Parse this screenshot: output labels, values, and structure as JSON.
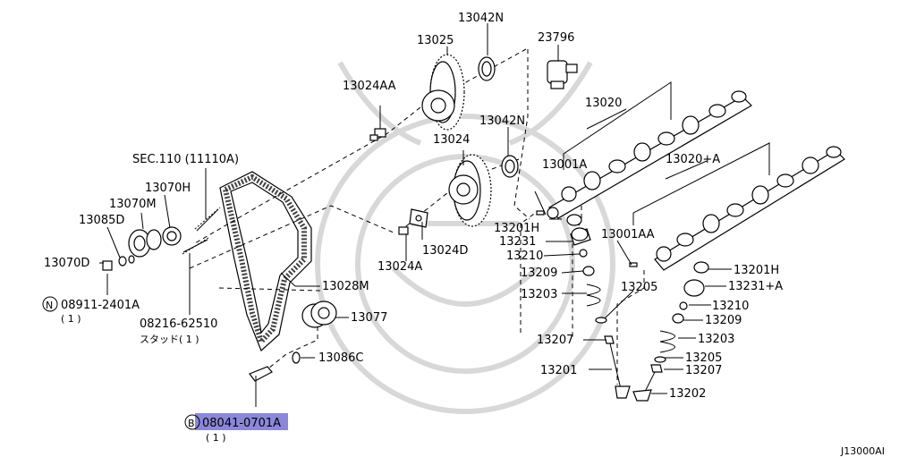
{
  "labels": {
    "p13042n_top": "13042N",
    "p13025": "13025",
    "p23796": "23796",
    "p13024aa": "13024AA",
    "p13020": "13020",
    "p13042n_mid": "13042N",
    "p13024": "13024",
    "p13001a": "13001A",
    "p13020a": "13020+A",
    "sec110": "SEC.110 (11110A)",
    "p13070h": "13070H",
    "p13070m": "13070M",
    "p13085d": "13085D",
    "p13070d": "13070D",
    "p13201h_left": "13201H",
    "p13231": "13231",
    "p13210_left": "13210",
    "p13209_left": "13209",
    "p13203_left": "13203",
    "p13205_left": "13205",
    "p13207_left": "13207",
    "p13201": "13201",
    "p13001aa": "13001AA",
    "p13024d": "13024D",
    "p13024a": "13024A",
    "p13028m": "13028M",
    "p13077": "13077",
    "p13086c": "13086C",
    "p13201h_right": "13201H",
    "p13231a": "13231+A",
    "p13210_right": "13210",
    "p13209_right": "13209",
    "p13203_right": "13203",
    "p13205_right": "13205",
    "p13207_right": "13207",
    "p13202": "13202",
    "nut_prefix": "N",
    "nut_part": "08911-2401A",
    "nut_qty": "( 1 )",
    "stud_part": "08216-62510",
    "stud_name": "スタッド( 1 )",
    "bolt_prefix": "B",
    "bolt_part": "08041-0701A",
    "bolt_qty": "( 1 )",
    "diagram_code": "J13000AI"
  },
  "colors": {
    "highlight": "#8b88d9",
    "line": "#000000",
    "watermark": "#d8d8d8"
  }
}
